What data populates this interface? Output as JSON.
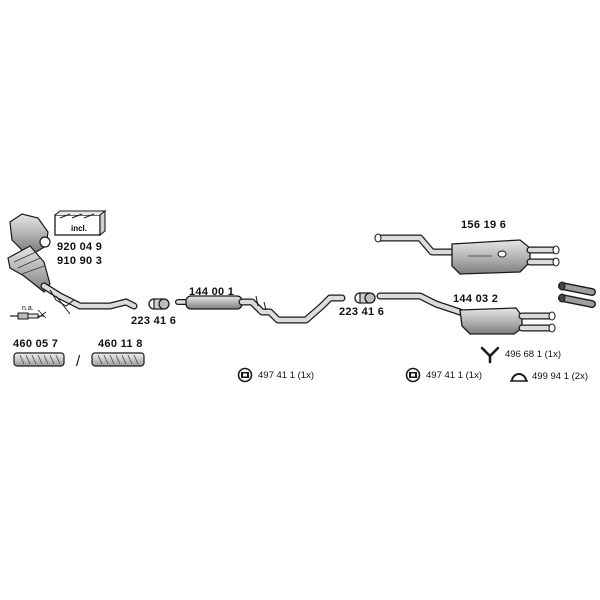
{
  "parts": {
    "catalyst_set_1": "920 04 9",
    "catalyst_set_2": "910 90 3",
    "incl_badge": "incl.",
    "na_note": "n.a.",
    "flex_pipe_1": "460 05 7",
    "separator": "/",
    "flex_pipe_2": "460 11 8",
    "clamp_left": "223 41 6",
    "middle_silencer": "144 00 1",
    "clamp_right": "223 41 6",
    "rear_silencer_top": "156 19 6",
    "rear_silencer_bottom": "144 03 2",
    "hanger_left": "497 41 1 (1x)",
    "hanger_right": "497 41 1 (1x)",
    "bracket": "496 68 1 (1x)",
    "ring": "499 94 1 (2x)"
  },
  "colors": {
    "line": "#1a1a1a",
    "pipe_fill": "#d9d9d9",
    "muffler_fill": "#b8b8b8",
    "muffler_shade": "#8c8c8c"
  }
}
